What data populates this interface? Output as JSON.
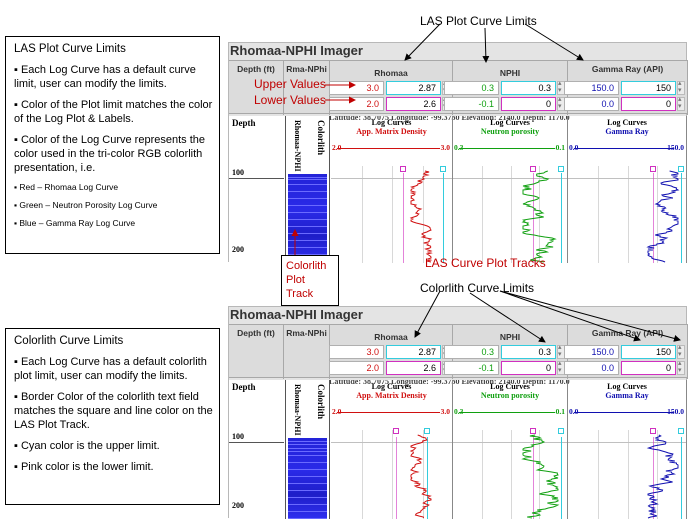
{
  "callouts": {
    "plot_limits": "LAS Plot Curve Limits",
    "upper_values": "Upper Values",
    "lower_values": "Lower Values",
    "plot_tracks": "LAS Curve Plot Tracks",
    "colorlith_limits": "Colorlith Curve Limits",
    "colorlith_track": [
      "Colorlith",
      "Plot",
      "Track"
    ]
  },
  "note_top": {
    "title": "LAS Plot Curve Limits",
    "bullets": [
      "▪ Each Log Curve has a default curve limit, user can modify the limits.",
      "▪ Color of the Plot limit matches the color of the Log Plot & Labels.",
      "▪ Color of the Log Curve represents the color used in the tri-color RGB colorlith presentation, i.e."
    ],
    "small": [
      "▪ Red     –  Rhomaa Log Curve",
      "▪ Green – Neutron Porosity Log Curve",
      "▪ Blue    – Gamma Ray Log Curve"
    ]
  },
  "note_bottom": {
    "title": "Colorlith Curve Limits",
    "bullets": [
      "▪ Each Log Curve has a default colorlith plot limit, user can modify the limits.",
      "▪ Border Color of the colorlith text field matches the square and line color on the LAS Plot Track.",
      "▪ Cyan color is the upper limit.",
      "▪ Pink color is the lower limit."
    ]
  },
  "imager": {
    "title": "Rhomaa-NPHI Imager",
    "depth_header": "Depth (ft)",
    "rma_header": "Rma-NPhi",
    "info_line": "Latitude: 38.7075  Longitude: -99.3730  Elevation: 2140.0  Depth: 1170.0",
    "depth_title": "Depth",
    "depth_ticks": [
      "100",
      "200"
    ],
    "colorlith_mini": "Rhomaa-NPHI",
    "colorlith_name": "Colorlith",
    "curves": [
      {
        "header": "Rhomaa",
        "plot_upper": "3.0",
        "plot_lower": "2.0",
        "col_upper": "2.87",
        "col_lower": "2.6",
        "title": "Log Curves",
        "name": "App. Matrix Density",
        "min": "2.0",
        "max": "3.0",
        "color": "#d01010"
      },
      {
        "header": "NPHI",
        "plot_upper": "0.3",
        "plot_lower": "-0.1",
        "col_upper": "0.3",
        "col_lower": "0",
        "title": "Log Curves",
        "name": "Neutron porosity",
        "min": "0.3",
        "max": "-0.1",
        "color": "#10a010"
      },
      {
        "header": "Gamma Ray (API)",
        "plot_upper": "150.0",
        "plot_lower": "0.0",
        "col_upper": "150",
        "col_lower": "0",
        "title": "Log Curves",
        "name": "Gamma Ray",
        "min": "0.0",
        "max": "150.0",
        "color": "#1010b0"
      }
    ]
  },
  "colors": {
    "upper_border": "#33ccdd",
    "lower_border": "#d030c0",
    "callout_red": "#c00000"
  }
}
